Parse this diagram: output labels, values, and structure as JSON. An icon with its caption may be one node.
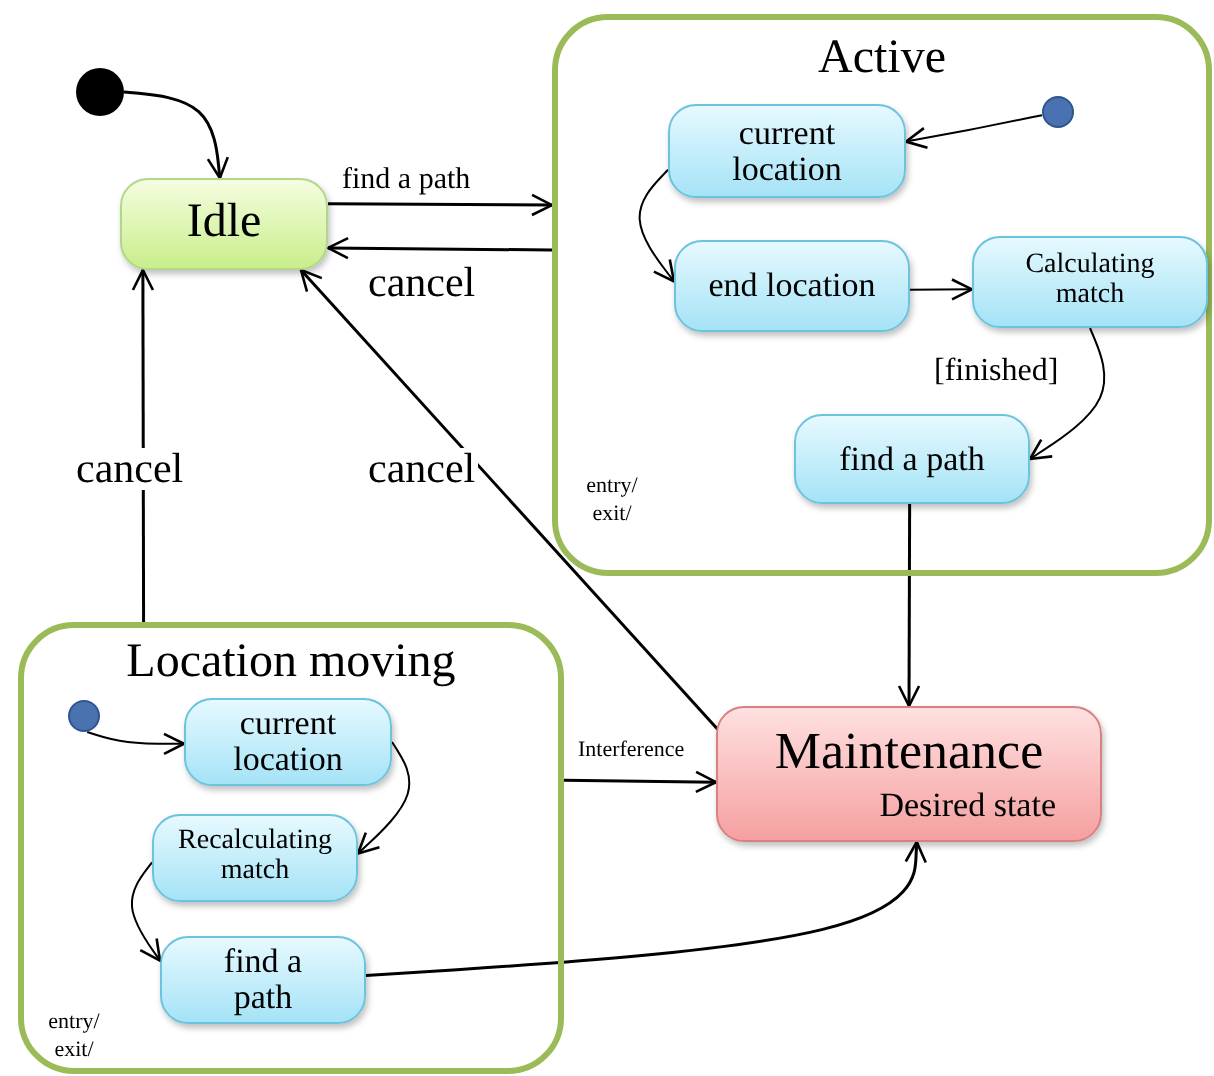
{
  "diagram": {
    "nodes": [
      {
        "text": [],
        "shape": "circle"
      },
      {
        "text": [
          "Idle"
        ]
      },
      {
        "text": [
          "Active",
          "entry/ exit/"
        ]
      },
      {
        "text": [],
        "shape": "circle",
        "in": 2
      },
      {
        "text": [
          "current location"
        ],
        "in": 2
      },
      {
        "text": [
          "end location"
        ],
        "in": 2
      },
      {
        "text": [
          "Calculating match"
        ],
        "in": 2
      },
      {
        "text": [
          "find a path"
        ],
        "in": 2
      },
      {
        "text": [
          "Location moving",
          "entry/ exit/"
        ]
      },
      {
        "text": [],
        "shape": "circle",
        "in": 8
      },
      {
        "text": [
          "current location"
        ],
        "in": 8
      },
      {
        "text": [
          "Recalculating match"
        ],
        "in": 8
      },
      {
        "text": [
          "find a path"
        ],
        "in": 8
      },
      {
        "text": [
          "Maintenance",
          "Desired state"
        ]
      }
    ],
    "edges": [
      {
        "from": 0,
        "to": 1,
        "arrow": "to"
      },
      {
        "from": 1,
        "to": 2,
        "arrow": "to",
        "label": "find a path"
      },
      {
        "from": 2,
        "to": 1,
        "arrow": "to",
        "label": "cancel"
      },
      {
        "from": 8,
        "to": 1,
        "arrow": "to",
        "label": "cancel"
      },
      {
        "from": 13,
        "to": 1,
        "arrow": "to",
        "label": "cancel"
      },
      {
        "from": 3,
        "to": 4,
        "arrow": "to"
      },
      {
        "from": 4,
        "to": 5,
        "arrow": "to"
      },
      {
        "from": 5,
        "to": 6,
        "arrow": "to"
      },
      {
        "from": 6,
        "to": 7,
        "arrow": "to",
        "label": "[finished]"
      },
      {
        "from": 7,
        "to": 13,
        "arrow": "to"
      },
      {
        "from": 9,
        "to": 10,
        "arrow": "to"
      },
      {
        "from": 10,
        "to": 11,
        "arrow": "to"
      },
      {
        "from": 11,
        "to": 12,
        "arrow": "to"
      },
      {
        "from": 12,
        "to": 13,
        "arrow": "to"
      },
      {
        "from": 8,
        "to": 13,
        "arrow": "to",
        "label": "Interference"
      }
    ]
  }
}
